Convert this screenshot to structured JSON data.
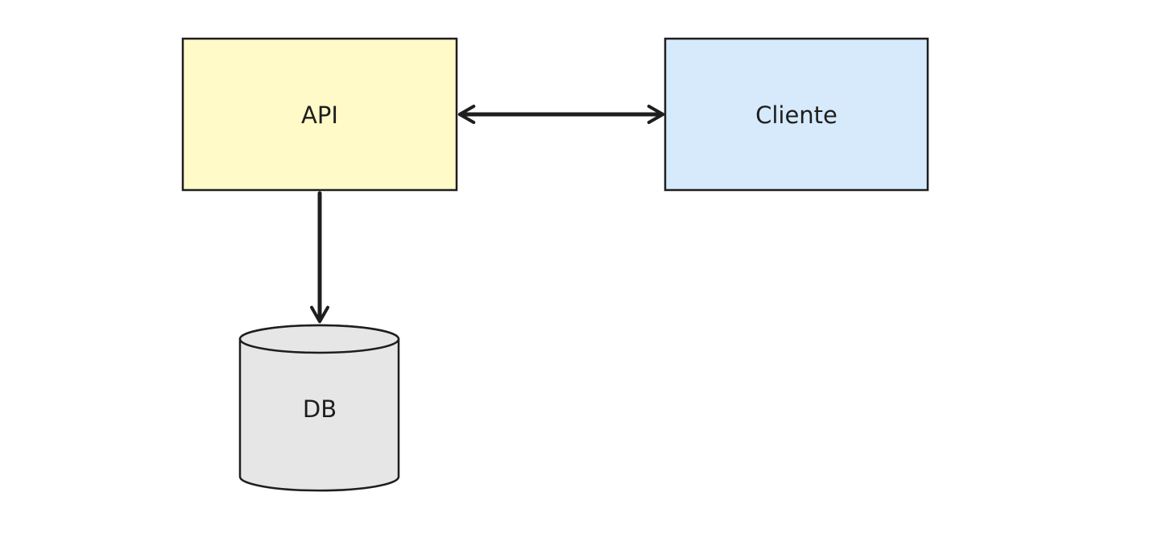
{
  "diagram": {
    "nodes": [
      {
        "id": "api",
        "label": "API",
        "shape": "rectangle",
        "fill": "#fffac8",
        "stroke": "#1e1e1e"
      },
      {
        "id": "cliente",
        "label": "Cliente",
        "shape": "rectangle",
        "fill": "#d6eafb",
        "stroke": "#1e1e1e"
      },
      {
        "id": "db",
        "label": "DB",
        "shape": "cylinder",
        "fill": "#e6e6e6",
        "stroke": "#1e1e1e"
      }
    ],
    "edges": [
      {
        "from": "api",
        "to": "cliente",
        "direction": "bidirectional",
        "color": "#1e1e1e"
      },
      {
        "from": "api",
        "to": "db",
        "direction": "forward",
        "color": "#1e1e1e"
      }
    ]
  }
}
